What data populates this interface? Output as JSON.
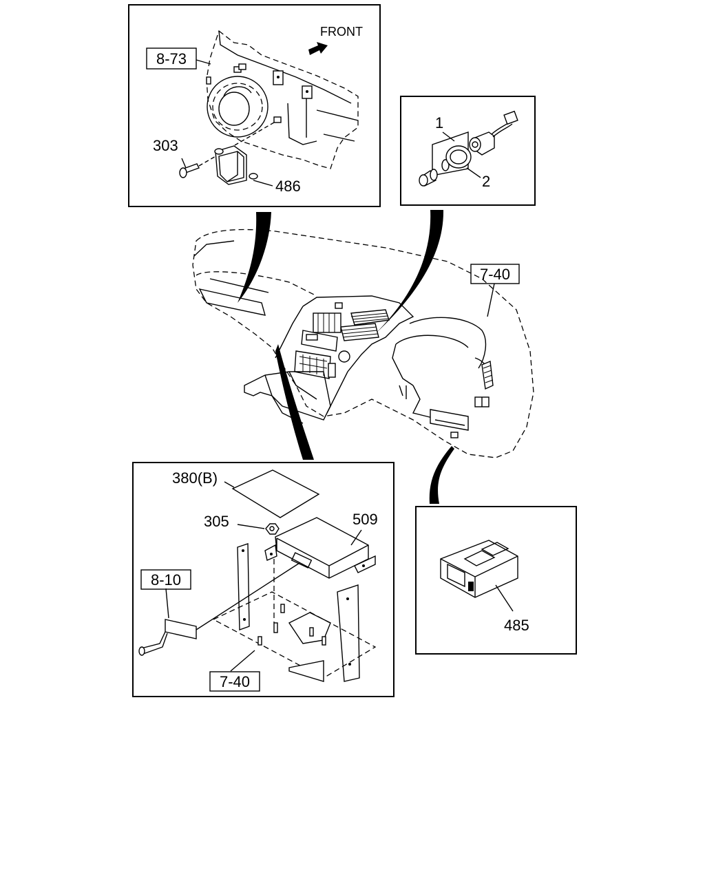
{
  "callouts": {
    "box1": {
      "ref_box": "8-73",
      "front": "FRONT",
      "parts": [
        "303",
        "486"
      ]
    },
    "box2": {
      "parts": [
        "1",
        "2"
      ]
    },
    "main": {
      "ref_box": "7-40"
    },
    "box3": {
      "ref_box_a": "8-10",
      "ref_box_b": "7-40",
      "parts": [
        "380(B)",
        "305",
        "509"
      ]
    },
    "box4": {
      "parts": [
        "485"
      ]
    }
  }
}
